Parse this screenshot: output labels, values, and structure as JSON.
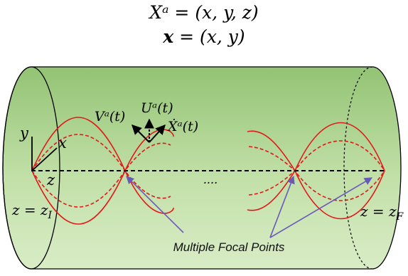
{
  "equations": {
    "line1": "Xᵃ = (x, y, z)",
    "line2_bold": "x",
    "line2_rest": " = (x, y)"
  },
  "axes": {
    "y": "y",
    "x": "x",
    "z": "z"
  },
  "vectors": {
    "v": "Vᵃ(t)",
    "u": "Uᵃ(t)",
    "xdot": "Ẋᵃ(t)"
  },
  "ellipsis": "....",
  "planes": {
    "initial": "z = z",
    "initial_sub": "I",
    "final": "z = z",
    "final_sub": "F"
  },
  "caption": "Multiple Focal Points",
  "colors": {
    "cylinder_light": "#d9ecc6",
    "cylinder_dark": "#93c374",
    "rays": "#e01a1a",
    "arrows": "#6a5ab8"
  }
}
